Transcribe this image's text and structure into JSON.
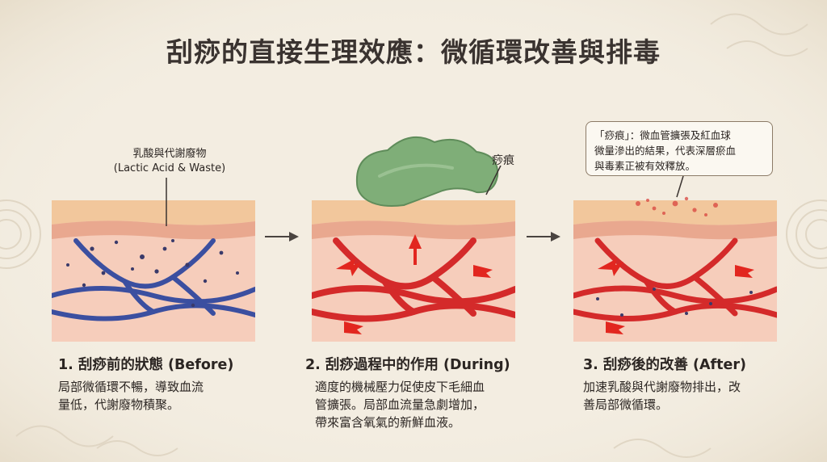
{
  "title": "刮痧的直接生理效應：微循環改善與排毒",
  "panels": [
    {
      "label_line1": "乳酸與代謝廢物",
      "label_line2": "(Lactic Acid & Waste)",
      "caption_title": "1. 刮痧前的狀態 (Before)",
      "caption_lines": [
        "局部微循環不暢，導致血流",
        "量低，代謝廢物積聚。"
      ]
    },
    {
      "tool_label": "痧痕",
      "caption_title": "2. 刮痧過程中的作用 (During)",
      "caption_lines": [
        "適度的機械壓力促使皮下毛細血",
        "管擴張。局部血流量急劇增加，",
        "帶來富含氧氣的新鮮血液。"
      ]
    },
    {
      "callout_lines": [
        "「痧痕」：微血管擴張及紅血球",
        "微量滲出的結果，代表深層瘀血",
        "與毒素正被有效釋放。"
      ],
      "caption_title": "3. 刮痧後的改善 (After)",
      "caption_lines": [
        "加速乳酸與代謝廢物排出，改",
        "善局部微循環。"
      ]
    }
  ],
  "colors": {
    "background": "#f3ede1",
    "skin_top": "#f2c79c",
    "tissue": "#f6cdbb",
    "vessel_blue": "#3b4fa0",
    "vessel_red": "#d42a2a",
    "jade": "#7fae78"
  }
}
